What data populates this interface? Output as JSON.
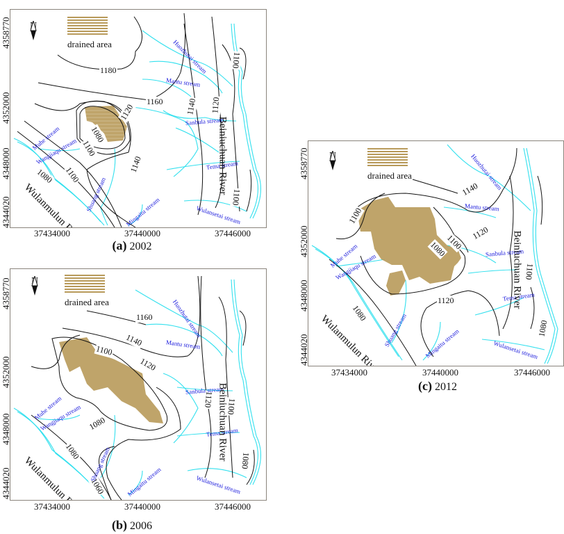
{
  "colors": {
    "stream": "#33e0ee",
    "stream_label": "#1a1adc",
    "contour": "#111111",
    "drained_fill": "#b89a5a",
    "frame": "#8a847c"
  },
  "legend": {
    "label": "drained area",
    "north_label": "N"
  },
  "axes": {
    "y_ticks": [
      "4358770",
      "4352000",
      "4348000",
      "4344020"
    ],
    "x_ticks": [
      "37434000",
      "37440000",
      "37446000"
    ]
  },
  "rivers": {
    "west": "Wulanmulun River",
    "east": "Beiniuchuan River"
  },
  "streams": {
    "huozhutai": "Huozhutai stream",
    "mantu": "Mantu stream",
    "sanbula": "Sanbula stream",
    "tema": "Tema stream",
    "wulansetai": "Wulansetai  stream",
    "muhe": "Muhe stream",
    "wangjiaqu": "Wangjiaqu stream",
    "shuang": "Shuang stream",
    "mingaitu": "Mingaitu stream"
  },
  "panels": {
    "a": {
      "letter": "(a)",
      "year": "2002",
      "contours": [
        "1180",
        "1160",
        "1140",
        "1120",
        "1100",
        "1080",
        "1140",
        "1120",
        "1100",
        "1100",
        "1080",
        "1100"
      ]
    },
    "b": {
      "letter": "(b)",
      "year": "2006",
      "contours": [
        "1160",
        "1140",
        "1100",
        "1120",
        "1080",
        "1120",
        "1100",
        "1080",
        "1080",
        "1060"
      ]
    },
    "c": {
      "letter": "(c)",
      "year": "2012",
      "contours": [
        "1140",
        "1100",
        "1120",
        "1100",
        "1080",
        "1100",
        "1120",
        "1080",
        "1080"
      ]
    }
  },
  "chart_data": [
    {
      "type": "map",
      "title": "(a) 2002",
      "xlabel": "",
      "ylabel": "",
      "x_ticks": [
        37434000,
        37440000,
        37446000
      ],
      "y_ticks": [
        4358770,
        4352000,
        4348000,
        4344020
      ],
      "legend": [
        "drained area"
      ],
      "contour_levels": [
        1080,
        1100,
        1120,
        1140,
        1160,
        1180
      ],
      "annotations": [
        "Wulanmulun River",
        "Beiniuchuan River",
        "Huozhutai stream",
        "Mantu stream",
        "Sanbula stream",
        "Tema stream",
        "Wulansetai stream",
        "Muhe stream",
        "Wangjiaqu stream",
        "Shuang stream",
        "Mingaitu stream"
      ],
      "drained_area": "small compact area near 37437000, 4351000"
    },
    {
      "type": "map",
      "title": "(b) 2006",
      "x_ticks": [
        37434000,
        37440000,
        37446000
      ],
      "y_ticks": [
        4358770,
        4352000,
        4348000,
        4344020
      ],
      "legend": [
        "drained area"
      ],
      "contour_levels": [
        1060,
        1080,
        1100,
        1120,
        1140,
        1160
      ],
      "drained_area": "elongated NW-SE area from ~37435000 to ~37441000"
    },
    {
      "type": "map",
      "title": "(c) 2012",
      "x_ticks": [
        37434000,
        37440000,
        37446000
      ],
      "y_ticks": [
        4358770,
        4352000,
        4348000,
        4344020
      ],
      "legend": [
        "drained area"
      ],
      "contour_levels": [
        1080,
        1100,
        1120,
        1140
      ],
      "drained_area": "large area ~37436000-37442000 plus small patch near 37437000, 4348500"
    }
  ]
}
